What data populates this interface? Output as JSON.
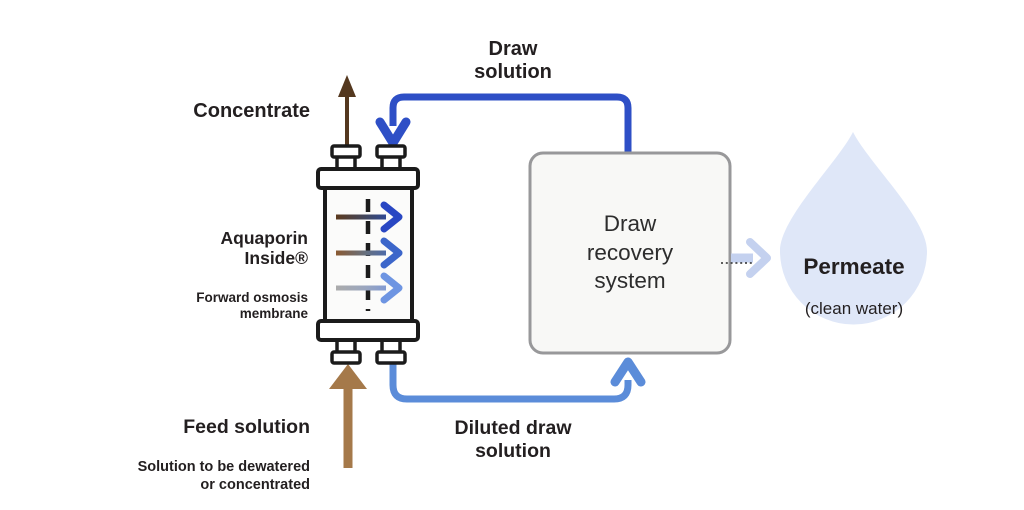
{
  "title": "Forward osmosis process diagram",
  "labels": {
    "concentrate": "Concentrate",
    "draw_solution": "Draw\nsolution",
    "membrane_title": "Aquaporin\nInside®",
    "membrane_subtitle": "Forward osmosis\nmembrane",
    "feed_title": "Feed solution",
    "feed_subtitle": "Solution to be dewatered\nor concentrated",
    "diluted_draw": "Diluted draw\nsolution",
    "recovery_box": "Draw\nrecovery\nsystem",
    "permeate_title": "Permeate",
    "permeate_subtitle": "(clean water)"
  },
  "colors": {
    "text": "#231f20",
    "outline": "#1b1b1b",
    "draw_pipe": "#2e4fc6",
    "diluted_pipe": "#5b8cd9",
    "concentrate_arrow": "#54381f",
    "feed_arrow": "#a5794a",
    "permeate_arrow": "#c4d1ef",
    "droplet_fill": "#dfe7f8",
    "box_fill": "#f8f8f6",
    "box_border": "#98989a",
    "membrane_fill": "#fbfbfa"
  },
  "icons": [
    {
      "name": "water-droplet-icon",
      "meaning": "permeate clean water"
    },
    {
      "name": "membrane-module-icon",
      "meaning": "forward osmosis membrane cartridge"
    }
  ],
  "diagram": {
    "type": "process-flow",
    "nodes": [
      {
        "id": "membrane",
        "label": "Aquaporin Inside® Forward osmosis membrane"
      },
      {
        "id": "draw_recovery",
        "label": "Draw recovery system"
      },
      {
        "id": "permeate",
        "label": "Permeate (clean water)"
      }
    ],
    "flows": [
      {
        "from": "feed",
        "to": "membrane",
        "label": "Feed solution",
        "color": "#a5794a"
      },
      {
        "from": "membrane",
        "to": "outlet",
        "label": "Concentrate",
        "color": "#54381f"
      },
      {
        "from": "draw_recovery",
        "to": "membrane",
        "label": "Draw solution",
        "color": "#2e4fc6"
      },
      {
        "from": "membrane",
        "to": "draw_recovery",
        "label": "Diluted draw solution",
        "color": "#5b8cd9"
      },
      {
        "from": "draw_recovery",
        "to": "permeate",
        "label": "Permeate (clean water)",
        "color": "#c4d1ef"
      }
    ]
  }
}
